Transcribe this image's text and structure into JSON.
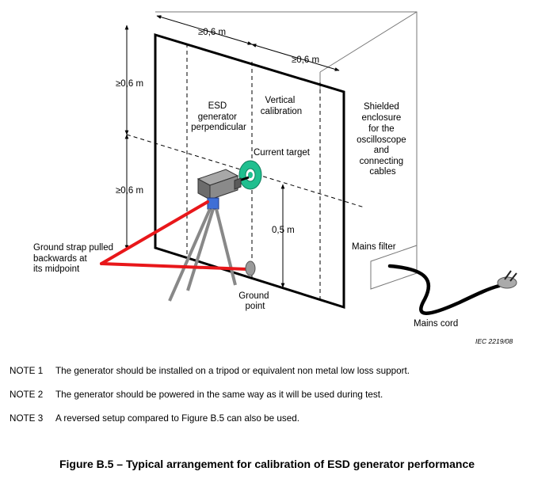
{
  "diagram": {
    "dim_top_left": "≥0,6 m",
    "dim_top_right": "≥0,6 m",
    "dim_left_upper": "≥0,6 m",
    "dim_left_lower": "≥0,6 m",
    "dim_height": "0,5 m",
    "esd_label": [
      "ESD",
      "generator",
      "perpendicular"
    ],
    "vertical_label": [
      "Vertical",
      "calibration"
    ],
    "current_target": "Current target",
    "shield_label": [
      "Shielded",
      "enclosure",
      "for the",
      "oscilloscope",
      "and",
      "connecting",
      "cables"
    ],
    "ground_strap": [
      "Ground strap pulled",
      "backwards at",
      "its midpoint"
    ],
    "ground_point": [
      "Ground",
      "point"
    ],
    "mains_filter": "Mains filter",
    "mains_cord": "Mains cord",
    "ref": "IEC   2219/08",
    "colors": {
      "strap": "#e8171a",
      "target": "#1fbf8f",
      "generator": "#808080",
      "tripod_top": "#3f6fd6"
    }
  },
  "notes": [
    {
      "label": "NOTE 1",
      "text": "The generator should be installed on a tripod or equivalent non metal low loss support."
    },
    {
      "label": "NOTE 2",
      "text": "The generator should be powered in the same way as it will be used during test."
    },
    {
      "label": "NOTE 3",
      "text": "A reversed setup compared to Figure B.5 can also be used."
    }
  ],
  "caption": "Figure B.5 – Typical arrangement for calibration of ESD generator performance"
}
